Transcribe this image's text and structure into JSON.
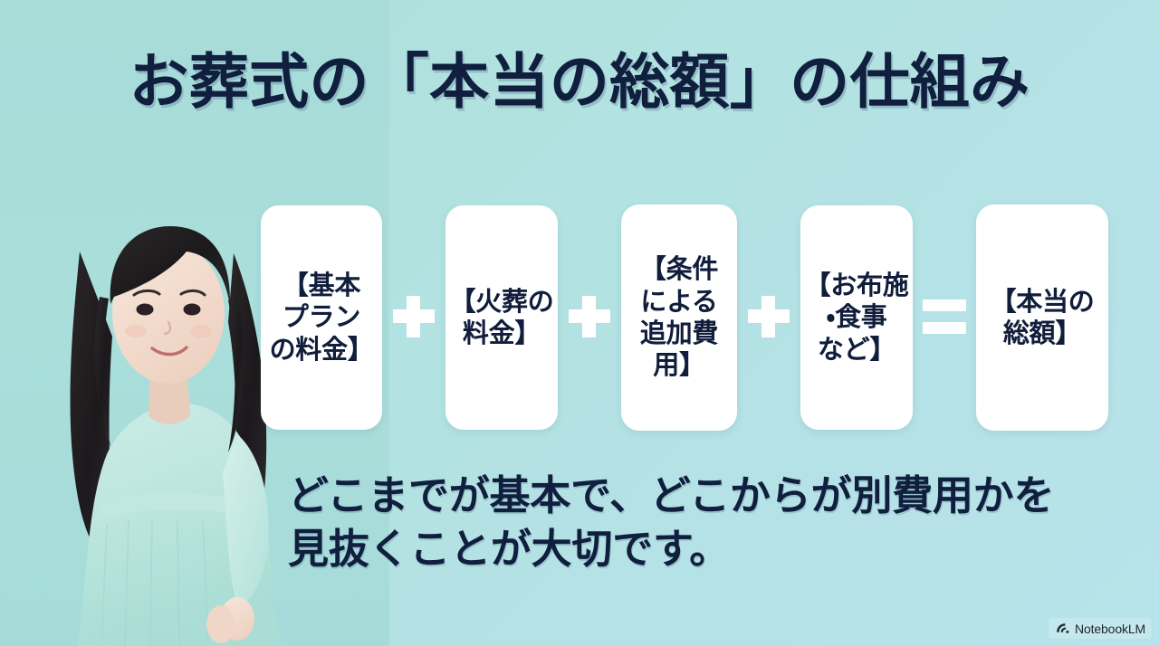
{
  "slide": {
    "title": "お葬式の「本当の総額」の仕組み",
    "caption": "どこまでが基本で、どこからが別費用かを\n見抜くことが大切です。",
    "background_color_start": "#abdedb",
    "background_color_end": "#b7e3ea",
    "text_color": "#111f3e"
  },
  "photo": {
    "alt": "微笑む女性（ミントグリーンのワンピース）",
    "hair_color": "#201d22",
    "skin_color": "#f3ddd0",
    "dress_color": "#b9e4dd"
  },
  "formula": {
    "cards": [
      {
        "id": "card-basic-plan",
        "text": "【基本\nプラン\nの料金】"
      },
      {
        "id": "card-cremation",
        "text": "【火葬の\n料金】"
      },
      {
        "id": "card-conditional",
        "text": "【条件\nによる\n追加費\n用】"
      },
      {
        "id": "card-offering",
        "text": "【お布施\n・食事\nなど】"
      },
      {
        "id": "card-true-total",
        "text": "【本当の\n総額】"
      }
    ],
    "operators": [
      {
        "id": "operator-plus-1",
        "symbol": "+"
      },
      {
        "id": "operator-plus-2",
        "symbol": "+"
      },
      {
        "id": "operator-plus-3",
        "symbol": "+"
      },
      {
        "id": "operator-equals",
        "symbol": "="
      }
    ]
  },
  "badge": {
    "label": "NotebookLM",
    "icon": "notebooklm-spark-icon"
  }
}
